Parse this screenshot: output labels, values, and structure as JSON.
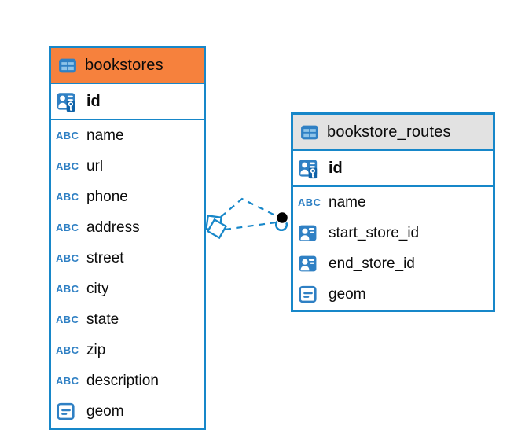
{
  "tables": [
    {
      "name": "bookstores",
      "header_color": "#f6813d",
      "columns": [
        {
          "name": "id",
          "icon": "primary-key",
          "key": true
        },
        {
          "name": "name",
          "icon": "text"
        },
        {
          "name": "url",
          "icon": "text"
        },
        {
          "name": "phone",
          "icon": "text"
        },
        {
          "name": "address",
          "icon": "text"
        },
        {
          "name": "street",
          "icon": "text"
        },
        {
          "name": "city",
          "icon": "text"
        },
        {
          "name": "state",
          "icon": "text"
        },
        {
          "name": "zip",
          "icon": "text"
        },
        {
          "name": "description",
          "icon": "text"
        },
        {
          "name": "geom",
          "icon": "geometry"
        }
      ]
    },
    {
      "name": "bookstore_routes",
      "header_color": "#e2e2e2",
      "columns": [
        {
          "name": "id",
          "icon": "primary-key",
          "key": true
        },
        {
          "name": "name",
          "icon": "text"
        },
        {
          "name": "start_store_id",
          "icon": "reference"
        },
        {
          "name": "end_store_id",
          "icon": "reference"
        },
        {
          "name": "geom",
          "icon": "geometry"
        }
      ]
    }
  ],
  "icon_labels": {
    "text": "ABC"
  },
  "colors": {
    "accent_blue": "#1787c9",
    "icon_blue": "#2f80c4",
    "table1_header": "#f6813d",
    "table2_header": "#e2e2e2",
    "connector_dot": "#000000"
  }
}
